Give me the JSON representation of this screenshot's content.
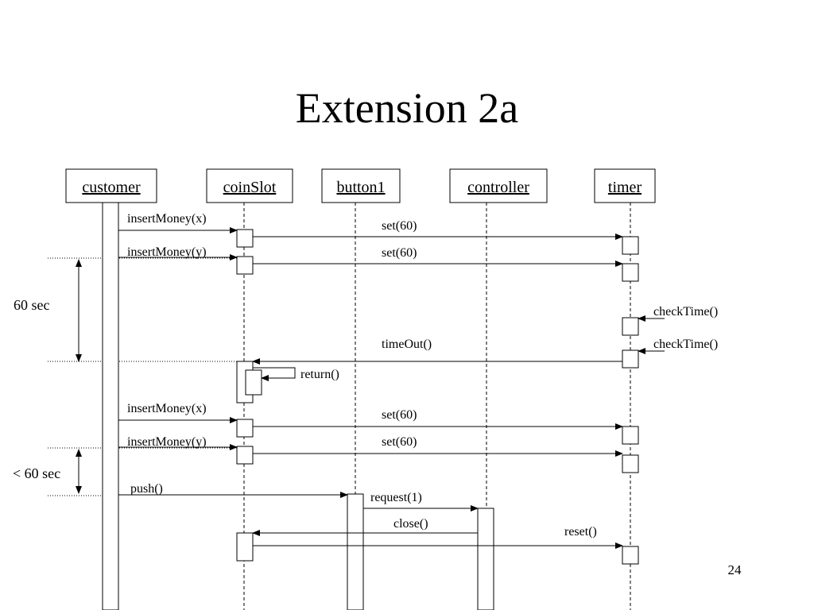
{
  "title": "Extension 2a",
  "page_number": "24",
  "objects": [
    {
      "id": "customer",
      "label": "customer"
    },
    {
      "id": "coinSlot",
      "label": "coinSlot"
    },
    {
      "id": "button1",
      "label": "button1"
    },
    {
      "id": "controller",
      "label": "controller"
    },
    {
      "id": "timer",
      "label": "timer"
    }
  ],
  "messages": {
    "insert_x_1": "insertMoney(x)",
    "set60_1": "set(60)",
    "insert_y_1": "insertMoney(y)",
    "set60_2": "set(60)",
    "check_time_1": "checkTime()",
    "check_time_2": "checkTime()",
    "time_out": "timeOut()",
    "return": "return()",
    "insert_x_2": "insertMoney(x)",
    "set60_3": "set(60)",
    "insert_y_2": "insertMoney(y)",
    "set60_4": "set(60)",
    "push": "push()",
    "request": "request(1)",
    "close": "close()",
    "reset": "reset()"
  },
  "durations": {
    "first": "60 sec",
    "second": "< 60 sec"
  }
}
